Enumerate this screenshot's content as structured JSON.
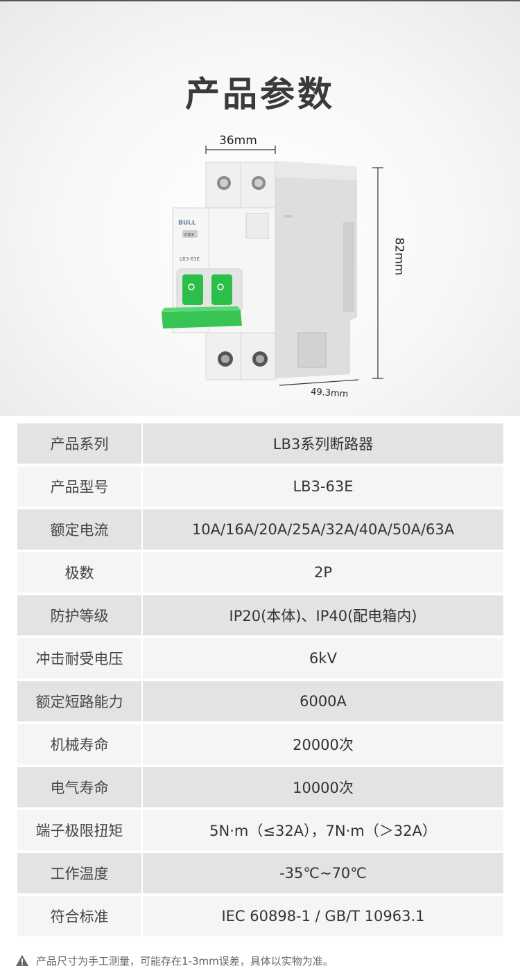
{
  "page_title": "产品参数",
  "dimensions": {
    "width": "36mm",
    "height": "82mm",
    "depth": "49.3mm"
  },
  "product_marks": {
    "brand": "BULL",
    "rating": "C63",
    "model": "LB3-63E"
  },
  "colors": {
    "toggle_green": "#2bbf4a",
    "row_dark": "#e3e3e3",
    "row_light": "#f5f5f5"
  },
  "specs": [
    {
      "label": "产品系列",
      "value": "LB3系列断路器"
    },
    {
      "label": "产品型号",
      "value": "LB3-63E"
    },
    {
      "label": "额定电流",
      "value": "10A/16A/20A/25A/32A/40A/50A/63A"
    },
    {
      "label": "极数",
      "value": "2P"
    },
    {
      "label": "防护等级",
      "value": "IP20(本体)、IP40(配电箱内)"
    },
    {
      "label": "冲击耐受电压",
      "value": "6kV"
    },
    {
      "label": "额定短路能力",
      "value": "6000A"
    },
    {
      "label": "机械寿命",
      "value": "20000次"
    },
    {
      "label": "电气寿命",
      "value": "10000次"
    },
    {
      "label": "端子极限扭矩",
      "value": "5N·m（≤32A），7N·m（＞32A）"
    },
    {
      "label": "工作温度",
      "value": "-35℃~70℃"
    },
    {
      "label": "符合标准",
      "value": "IEC 60898-1 / GB/T 10963.1"
    }
  ],
  "footnote": "产品尺寸为手工测量，可能存在1-3mm误差，具体以实物为准。",
  "icons": {
    "footnote": "warning-icon"
  }
}
